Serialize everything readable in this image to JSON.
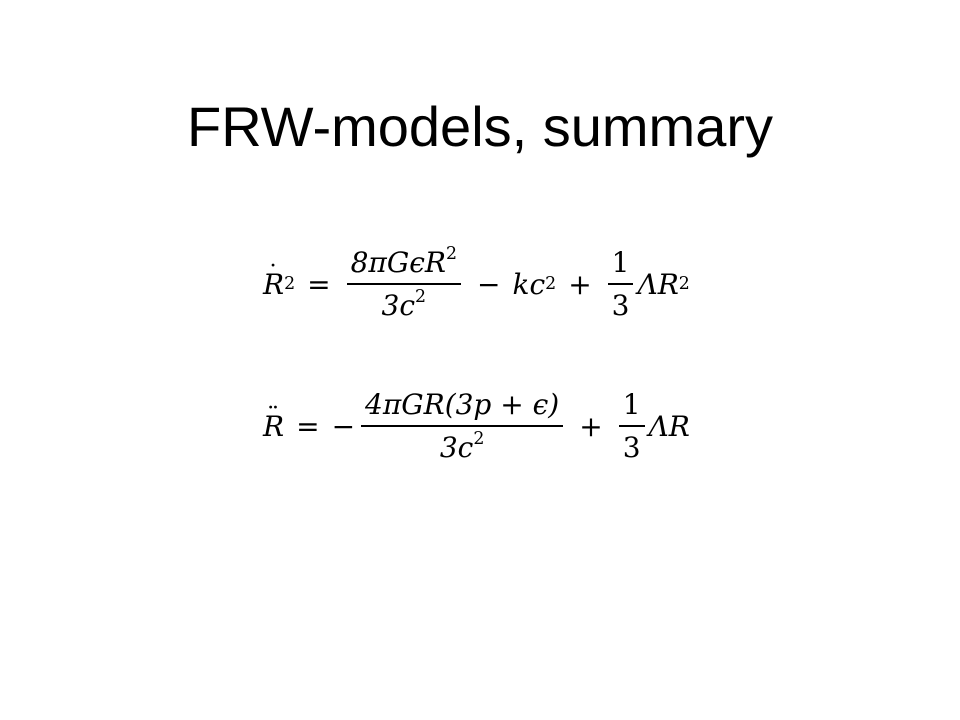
{
  "slide": {
    "title": "FRW-models, summary"
  },
  "equations": {
    "friedmann_1": {
      "lhs_symbol": "R",
      "lhs_dots": "˙",
      "lhs_exp": "2",
      "eq_sign": "=",
      "frac1_num": "8πGϵR",
      "frac1_num_exp": "2",
      "frac1_den": "3c",
      "frac1_den_exp": "2",
      "minus": "−",
      "term_kc": "kc",
      "term_kc_exp": "2",
      "plus": "+",
      "frac2_num": "1",
      "frac2_den": "3",
      "lambda_term": "ΛR",
      "lambda_term_exp": "2"
    },
    "friedmann_2": {
      "lhs_symbol": "R",
      "lhs_dots": "¨",
      "eq_sign": "=",
      "minus": "−",
      "frac1_num": "4πGR(3p + ϵ)",
      "frac1_den": "3c",
      "frac1_den_exp": "2",
      "plus": "+",
      "frac2_num": "1",
      "frac2_den": "3",
      "lambda_term": "ΛR"
    }
  }
}
